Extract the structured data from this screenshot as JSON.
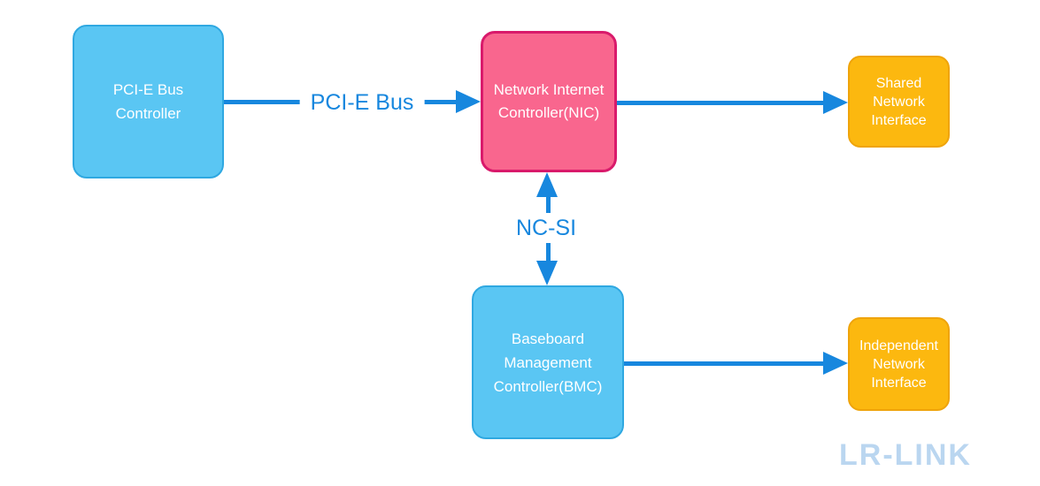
{
  "diagram": {
    "nodes": [
      {
        "id": "pcie-bus-controller",
        "label": "PCI-E Bus\nController",
        "shape": "rounded-rect",
        "fill": "#5AC6F3",
        "border": "#2FA8E1"
      },
      {
        "id": "nic",
        "label": "Network Internet\nController(NIC)",
        "shape": "rounded-rect",
        "fill": "#F9668E",
        "border": "#D91A6B"
      },
      {
        "id": "shared-network-interface",
        "label": "Shared\nNetwork\nInterface",
        "shape": "rounded-rect",
        "fill": "#FCB80F",
        "border": "#EFA40B"
      },
      {
        "id": "bmc",
        "label": "Baseboard\nManagement\nController(BMC)",
        "shape": "rounded-rect",
        "fill": "#5AC6F3",
        "border": "#2FA8E1"
      },
      {
        "id": "independent-network-interface",
        "label": "Independent\nNetwork\nInterface",
        "shape": "rounded-rect",
        "fill": "#FCB80F",
        "border": "#EFA40B"
      }
    ],
    "edges": [
      {
        "from": "pcie-bus-controller",
        "to": "nic",
        "label": "PCI-E Bus",
        "direction": "right"
      },
      {
        "from": "nic",
        "to": "shared-network-interface",
        "label": "",
        "direction": "right"
      },
      {
        "from": "nic",
        "to": "bmc",
        "label": "NC-SI",
        "direction": "both"
      },
      {
        "from": "bmc",
        "to": "independent-network-interface",
        "label": "",
        "direction": "right"
      }
    ],
    "watermark": "LR-LINK",
    "colors": {
      "node-blue-fill": "#5AC6F3",
      "node-blue-border": "#2FA8E1",
      "node-pink-fill": "#F9668E",
      "node-pink-border": "#D91A6B",
      "node-orange-fill": "#FCB80F",
      "node-orange-border": "#EFA40B",
      "arrow-blue": "#1787DE",
      "watermark-blue": "#BAD6F0",
      "label-text": "#FFFFFF"
    }
  }
}
